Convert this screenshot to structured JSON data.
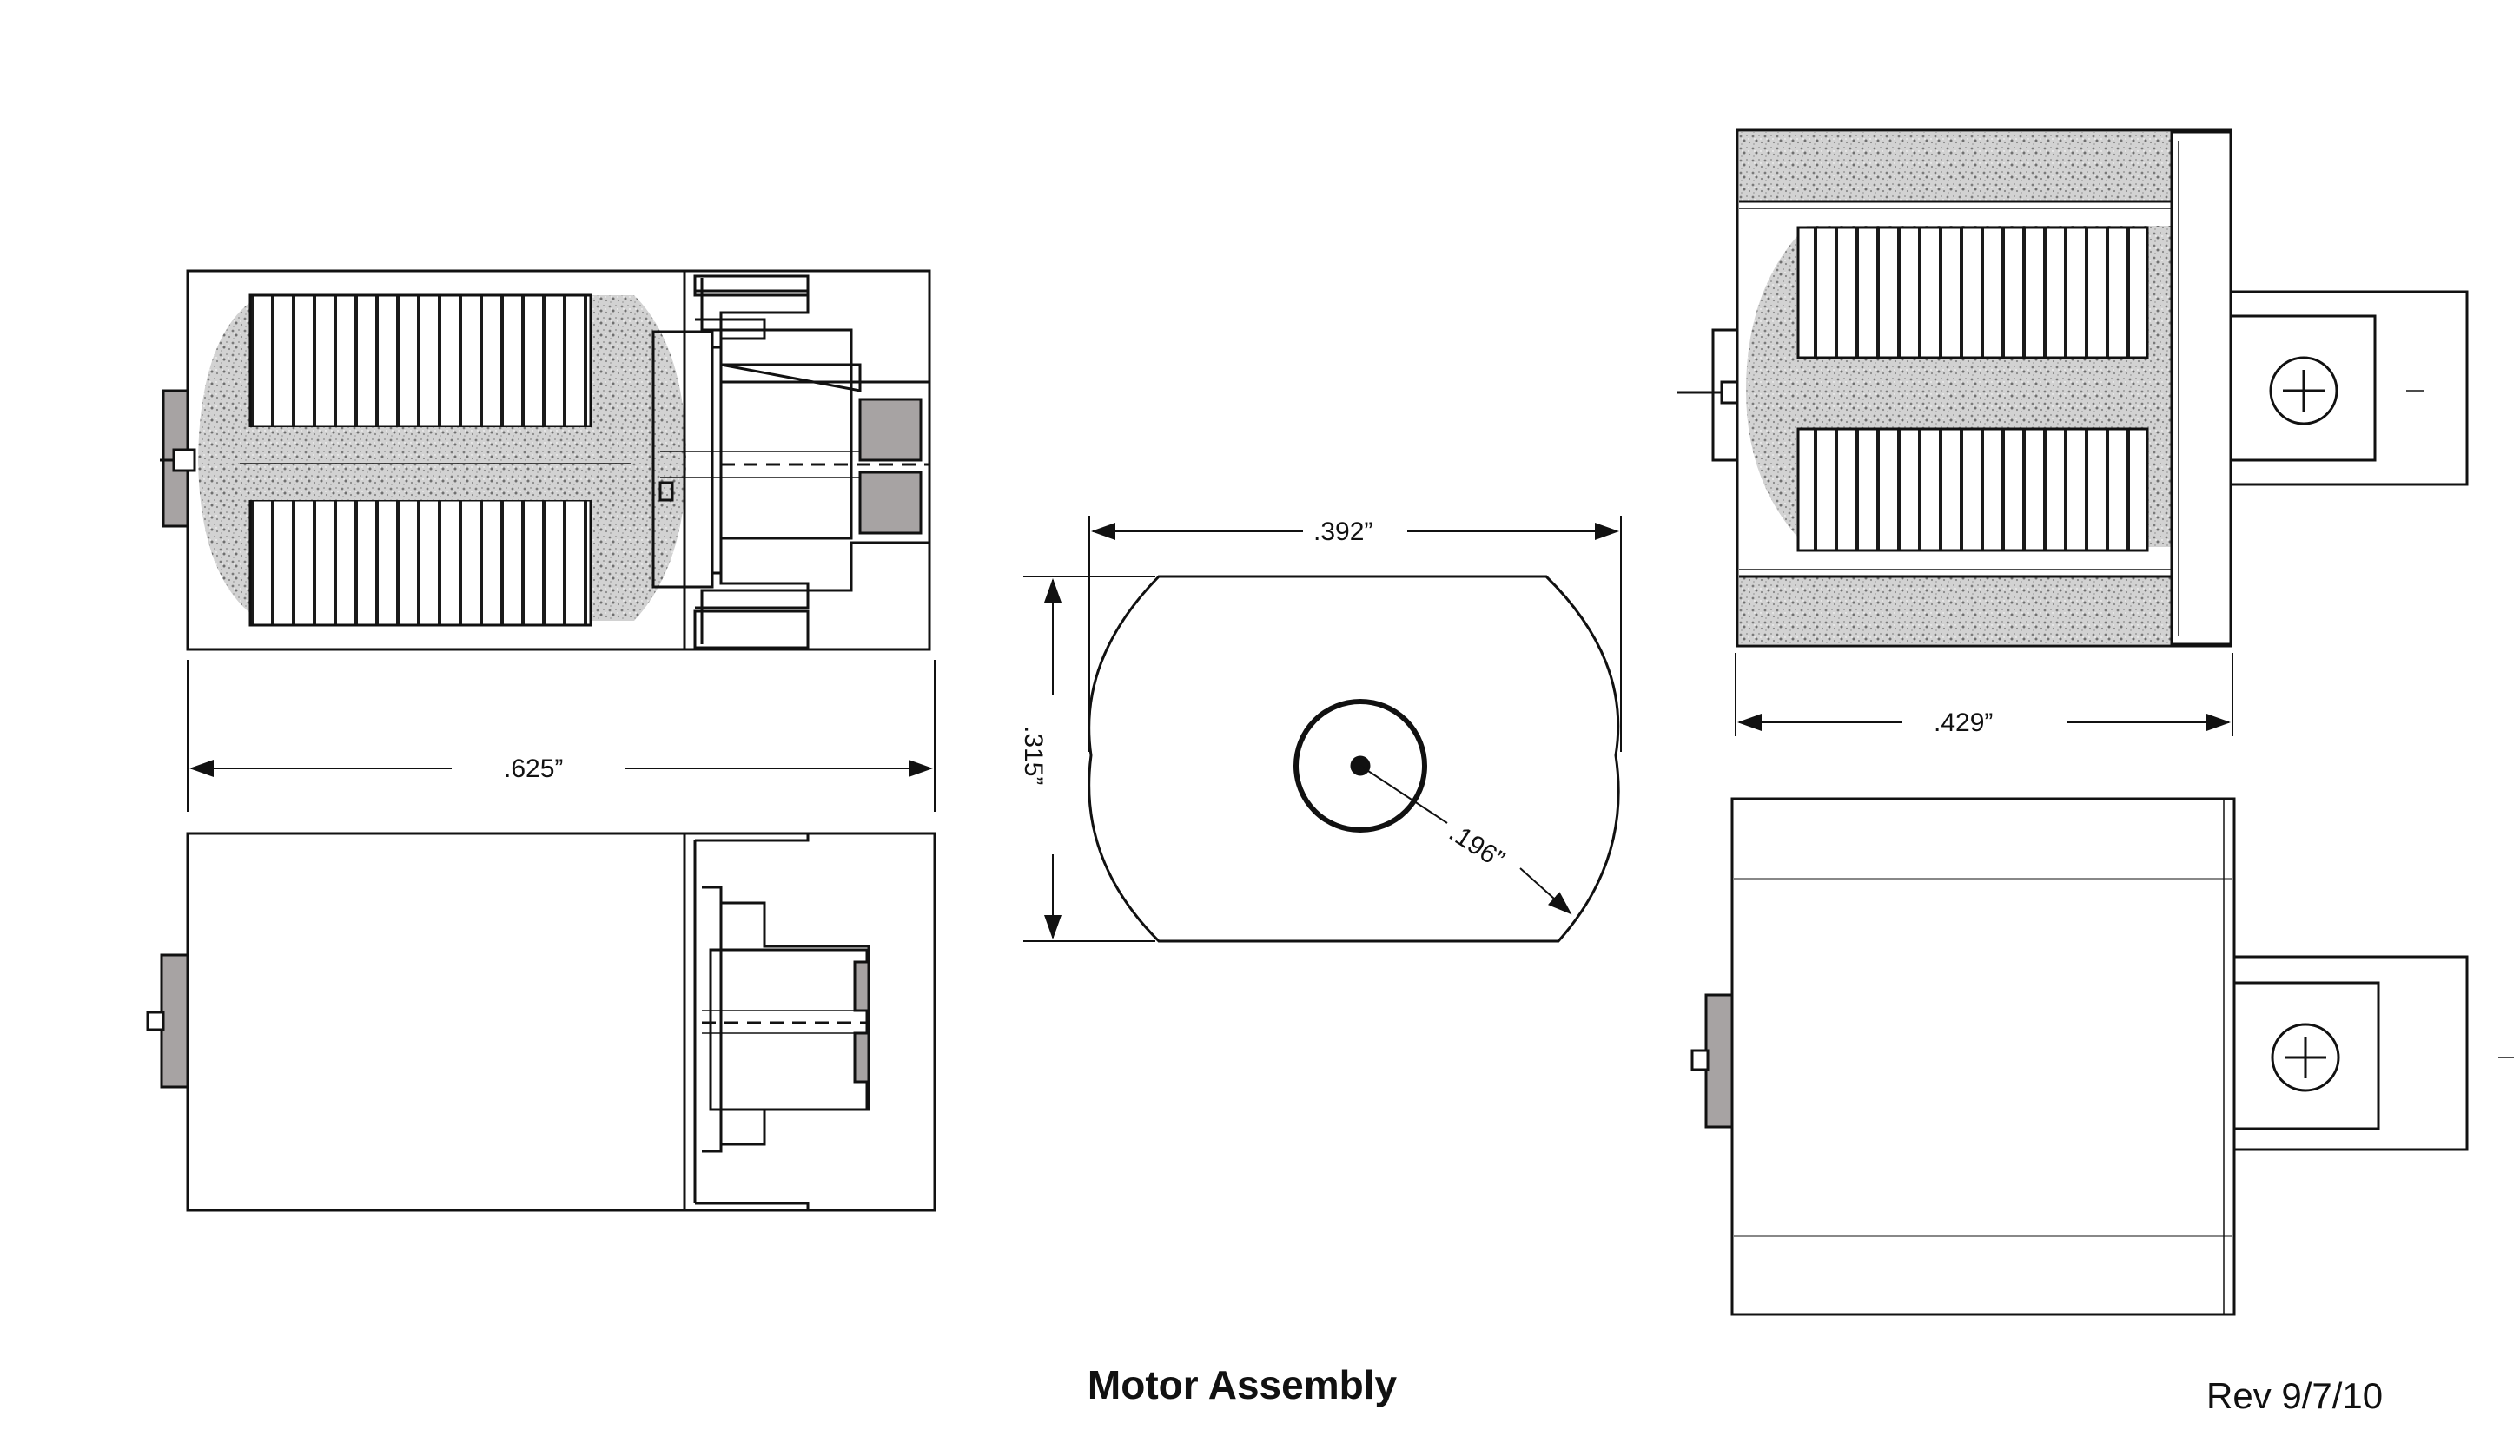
{
  "title": "Motor Assembly",
  "revision": "Rev 9/7/10",
  "dimensions": {
    "overall_length": ".625”",
    "width": ".392”",
    "height": ".315”",
    "radius": ".196”",
    "side_length": ".429”"
  },
  "terminal_symbol": "+",
  "colors": {
    "line": "#111111",
    "fill_gray": "#a7a3a3",
    "speckle": "#c9c9c9"
  }
}
